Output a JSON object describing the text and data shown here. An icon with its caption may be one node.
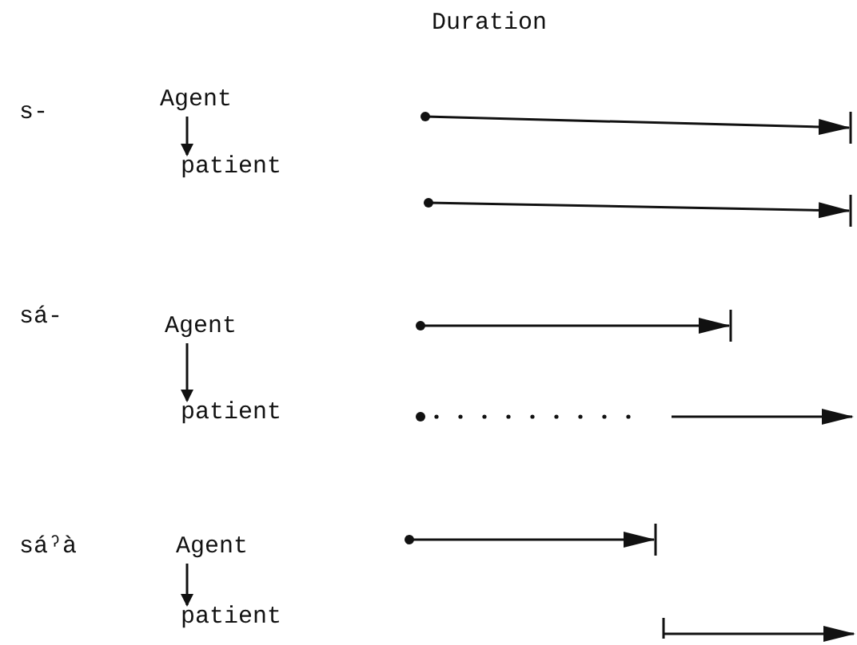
{
  "diagram": {
    "nodes": [
      {
        "text": [
          "Agent"
        ]
      },
      {
        "text": [
          "patient"
        ]
      },
      {
        "text": [
          "Agent"
        ]
      },
      {
        "text": [
          "patient"
        ]
      },
      {
        "text": [
          "Agent"
        ]
      },
      {
        "text": [
          "patient"
        ]
      }
    ],
    "edges": [
      {
        "from": 0,
        "to": 1,
        "arrow": "to"
      },
      {
        "from": 2,
        "to": 3,
        "arrow": "to"
      },
      {
        "from": 4,
        "to": 5,
        "arrow": "to"
      }
    ],
    "labels": [
      "Duration",
      "s-",
      "sá-",
      "sáˀà"
    ]
  }
}
